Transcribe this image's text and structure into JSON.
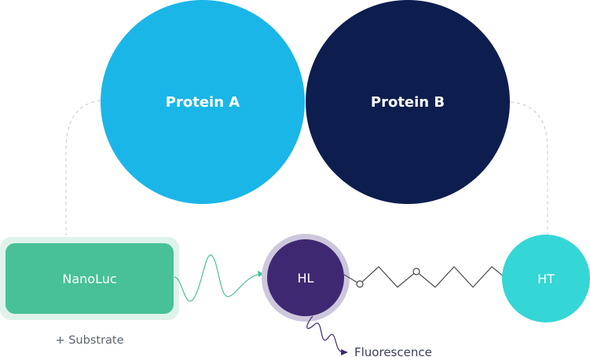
{
  "diagram": {
    "protein_a": {
      "label": "Protein A",
      "color": "#1ab6e8"
    },
    "protein_b": {
      "label": "Protein B",
      "color": "#0d1d4e"
    },
    "nanoluc": {
      "label": "NanoLuc",
      "color": "#48c098",
      "halo_color": "#dff3ea"
    },
    "substrate": {
      "label": "+ Substrate"
    },
    "hl": {
      "label": "HL",
      "color": "#3f2872",
      "halo_color": "#cdc7dd"
    },
    "ht": {
      "label": "HT",
      "color": "#35d6d6"
    },
    "fluorescence": {
      "label": "Fluorescence"
    },
    "colors": {
      "connector_dashed": "#c8c8c8",
      "wave_green": "#48c098",
      "wave_purple": "#3f2872",
      "zigzag": "#4a4a4a"
    }
  }
}
